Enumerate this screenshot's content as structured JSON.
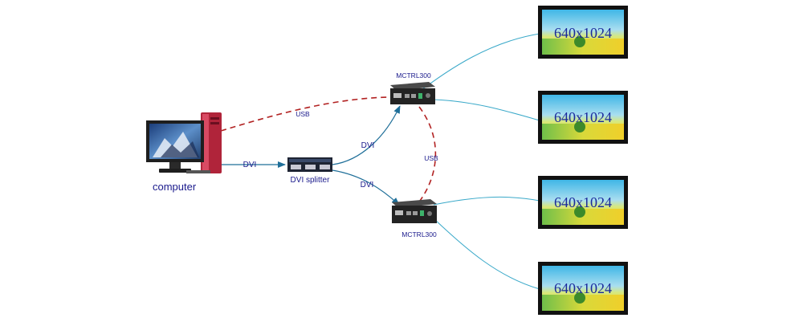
{
  "labels": {
    "computer": "computer",
    "splitter": "DVI splitter",
    "controller_top": "MCTRL300",
    "controller_bottom": "MCTRL300",
    "dvi_computer_splitter": "DVI",
    "dvi_splitter_top": "DVI",
    "dvi_splitter_bottom": "DVI",
    "usb_computer_controller": "USB",
    "usb_between_controllers": "USB"
  },
  "screens": [
    {
      "resolution": "640x1024"
    },
    {
      "resolution": "640x1024"
    },
    {
      "resolution": "640x1024"
    },
    {
      "resolution": "640x1024"
    }
  ],
  "colors": {
    "dvi_arrow": "#1f6f99",
    "usb_dashed": "#b22222",
    "display_cable": "#3aa9c9",
    "label_text": "#1a1a8c",
    "screen_border": "#111111",
    "tower": "#b0243a"
  },
  "icons": {
    "computer": "desktop-computer-icon",
    "splitter": "dvi-splitter-device-icon",
    "controller": "controller-box-icon",
    "display": "led-display-panel-icon"
  }
}
